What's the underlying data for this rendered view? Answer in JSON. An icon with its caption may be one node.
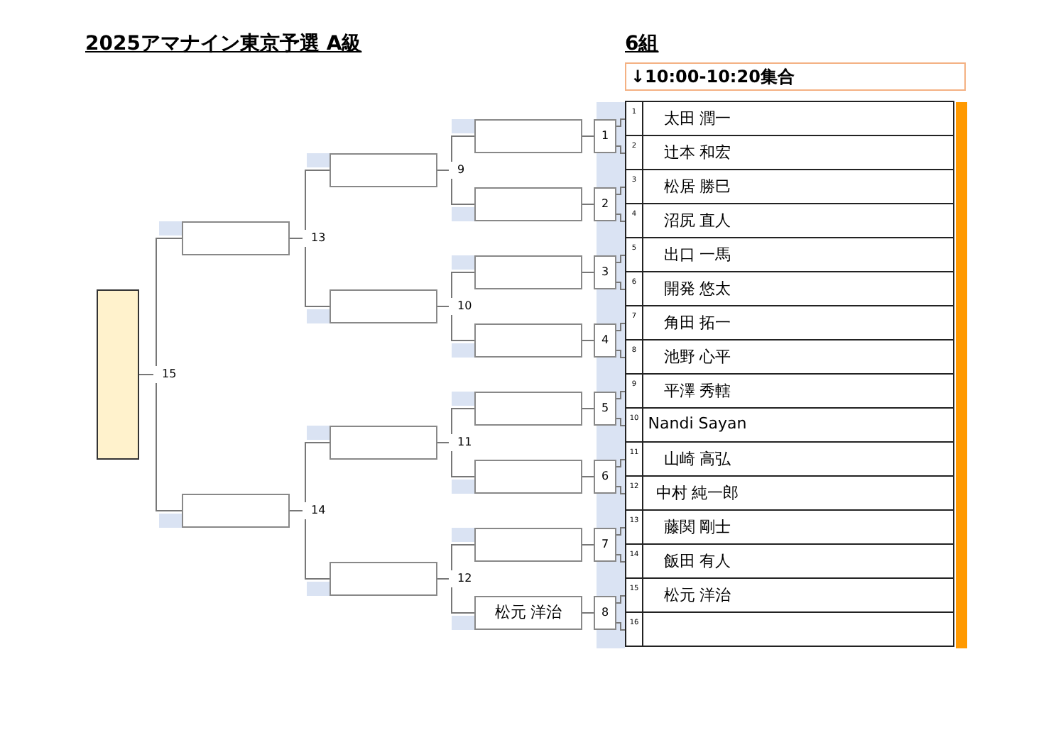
{
  "diagram": {
    "title": "2025アマナイン東京予選 A級",
    "labels": [
      "6組"
    ],
    "nodes": [
      {
        "text": [
          "↓10:00-10:20集合"
        ]
      },
      {
        "text": [
          "1",
          "太田 潤一"
        ]
      },
      {
        "text": [
          "2",
          "辻本 和宏"
        ]
      },
      {
        "text": [
          "3",
          "松居 勝巳"
        ]
      },
      {
        "text": [
          "4",
          "沼尻 直人"
        ]
      },
      {
        "text": [
          "5",
          "出口 一馬"
        ]
      },
      {
        "text": [
          "6",
          "開発 悠太"
        ]
      },
      {
        "text": [
          "7",
          "角田 拓一"
        ]
      },
      {
        "text": [
          "8",
          "池野 心平"
        ]
      },
      {
        "text": [
          "9",
          "平澤 秀轄"
        ]
      },
      {
        "text": [
          "10",
          "Nandi Sayan"
        ]
      },
      {
        "text": [
          "11",
          "山崎 高弘"
        ]
      },
      {
        "text": [
          "12",
          "中村 純一郎"
        ]
      },
      {
        "text": [
          "13",
          "藤関 剛士"
        ]
      },
      {
        "text": [
          "14",
          "飯田 有人"
        ]
      },
      {
        "text": [
          "15",
          "松元 洋治"
        ]
      },
      {
        "text": [
          "16"
        ]
      },
      {
        "text": [
          "1"
        ]
      },
      {
        "text": [
          "2"
        ]
      },
      {
        "text": [
          "3"
        ]
      },
      {
        "text": [
          "4"
        ]
      },
      {
        "text": [
          "5"
        ]
      },
      {
        "text": [
          "6"
        ]
      },
      {
        "text": [
          "7"
        ]
      },
      {
        "text": [
          "8"
        ]
      },
      {
        "text": [],
        "shape": "box"
      },
      {
        "text": [],
        "shape": "box"
      },
      {
        "text": [],
        "shape": "box"
      },
      {
        "text": [],
        "shape": "box"
      },
      {
        "text": [],
        "shape": "box"
      },
      {
        "text": [],
        "shape": "box"
      },
      {
        "text": [],
        "shape": "box"
      },
      {
        "text": [
          "松元 洋治"
        ]
      },
      {
        "text": [
          "9"
        ]
      },
      {
        "text": [
          "10"
        ]
      },
      {
        "text": [
          "11"
        ]
      },
      {
        "text": [
          "12"
        ]
      },
      {
        "text": [],
        "shape": "box"
      },
      {
        "text": [],
        "shape": "box"
      },
      {
        "text": [],
        "shape": "box"
      },
      {
        "text": [],
        "shape": "box"
      },
      {
        "text": [
          "13"
        ]
      },
      {
        "text": [
          "14"
        ]
      },
      {
        "text": [],
        "shape": "box"
      },
      {
        "text": [],
        "shape": "box"
      },
      {
        "text": [
          "15"
        ]
      },
      {
        "text": [],
        "shape": "box"
      }
    ],
    "edges": [
      {
        "from": 1,
        "to": 17,
        "arrow": "none"
      },
      {
        "from": 2,
        "to": 17,
        "arrow": "none"
      },
      {
        "from": 3,
        "to": 18,
        "arrow": "none"
      },
      {
        "from": 4,
        "to": 18,
        "arrow": "none"
      },
      {
        "from": 5,
        "to": 19,
        "arrow": "none"
      },
      {
        "from": 6,
        "to": 19,
        "arrow": "none"
      },
      {
        "from": 7,
        "to": 20,
        "arrow": "none"
      },
      {
        "from": 8,
        "to": 20,
        "arrow": "none"
      },
      {
        "from": 9,
        "to": 21,
        "arrow": "none"
      },
      {
        "from": 10,
        "to": 21,
        "arrow": "none"
      },
      {
        "from": 11,
        "to": 22,
        "arrow": "none"
      },
      {
        "from": 12,
        "to": 22,
        "arrow": "none"
      },
      {
        "from": 13,
        "to": 23,
        "arrow": "none"
      },
      {
        "from": 14,
        "to": 23,
        "arrow": "none"
      },
      {
        "from": 15,
        "to": 24,
        "arrow": "none"
      },
      {
        "from": 16,
        "to": 24,
        "arrow": "none"
      },
      {
        "from": 17,
        "to": 25,
        "arrow": "none"
      },
      {
        "from": 18,
        "to": 26,
        "arrow": "none"
      },
      {
        "from": 19,
        "to": 27,
        "arrow": "none"
      },
      {
        "from": 20,
        "to": 28,
        "arrow": "none"
      },
      {
        "from": 21,
        "to": 29,
        "arrow": "none"
      },
      {
        "from": 22,
        "to": 30,
        "arrow": "none"
      },
      {
        "from": 23,
        "to": 31,
        "arrow": "none"
      },
      {
        "from": 24,
        "to": 32,
        "arrow": "none"
      },
      {
        "from": 25,
        "to": 33,
        "arrow": "none"
      },
      {
        "from": 26,
        "to": 33,
        "arrow": "none"
      },
      {
        "from": 27,
        "to": 34,
        "arrow": "none"
      },
      {
        "from": 28,
        "to": 34,
        "arrow": "none"
      },
      {
        "from": 29,
        "to": 35,
        "arrow": "none"
      },
      {
        "from": 30,
        "to": 35,
        "arrow": "none"
      },
      {
        "from": 31,
        "to": 36,
        "arrow": "none"
      },
      {
        "from": 32,
        "to": 36,
        "arrow": "none"
      },
      {
        "from": 33,
        "to": 37,
        "arrow": "none"
      },
      {
        "from": 34,
        "to": 38,
        "arrow": "none"
      },
      {
        "from": 35,
        "to": 39,
        "arrow": "none"
      },
      {
        "from": 36,
        "to": 40,
        "arrow": "none"
      },
      {
        "from": 37,
        "to": 41,
        "arrow": "none"
      },
      {
        "from": 38,
        "to": 41,
        "arrow": "none"
      },
      {
        "from": 39,
        "to": 42,
        "arrow": "none"
      },
      {
        "from": 40,
        "to": 42,
        "arrow": "none"
      },
      {
        "from": 41,
        "to": 43,
        "arrow": "none"
      },
      {
        "from": 42,
        "to": 44,
        "arrow": "none"
      },
      {
        "from": 43,
        "to": 45,
        "arrow": "none"
      },
      {
        "from": 44,
        "to": 45,
        "arrow": "none"
      },
      {
        "from": 45,
        "to": 46,
        "arrow": "none"
      }
    ]
  }
}
